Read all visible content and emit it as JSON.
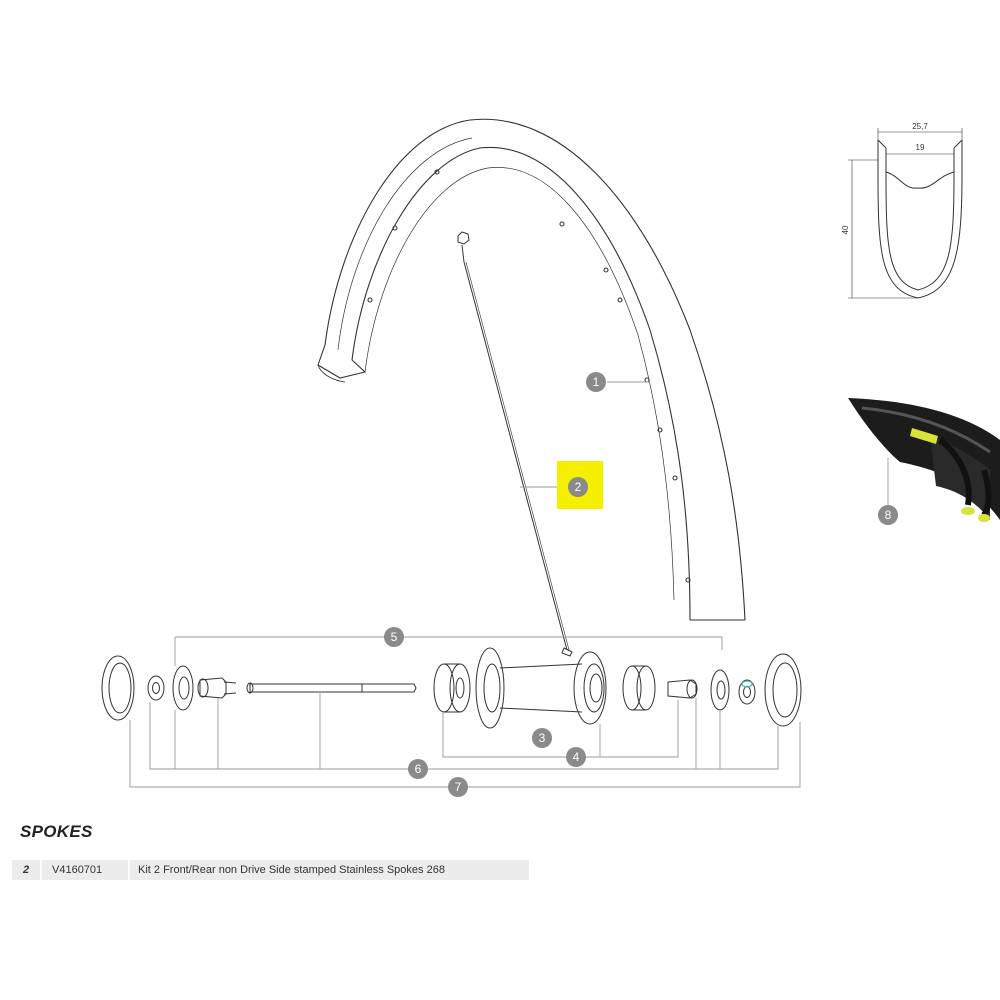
{
  "callouts": [
    {
      "number": "1"
    },
    {
      "number": "2",
      "highlight_color": "#f5f000"
    },
    {
      "number": "3"
    },
    {
      "number": "4"
    },
    {
      "number": "5"
    },
    {
      "number": "6"
    },
    {
      "number": "7"
    },
    {
      "number": "8"
    }
  ],
  "rim_profile": {
    "outer_width": "25,7",
    "inner_width": "19",
    "height": "40"
  },
  "tire_brand_color": "#d7e23a",
  "section": {
    "title": "SPOKES"
  },
  "parts": [
    {
      "number": "2",
      "reference": "V4160701",
      "description": "Kit 2 Front/Rear non Drive Side stamped Stainless Spokes 268"
    }
  ],
  "colors": {
    "callout_fill": "#8a8a8a",
    "line": "#333333",
    "leader": "#9a9a9a"
  }
}
